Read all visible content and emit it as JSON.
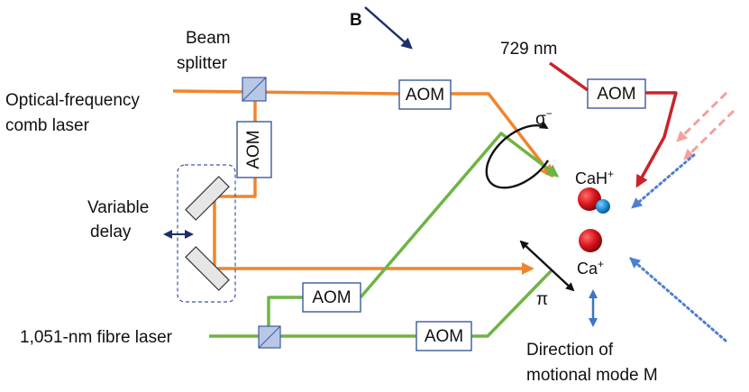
{
  "labels": {
    "beam_splitter_line1": "Beam",
    "beam_splitter_line2": "splitter",
    "comb_laser_line1": "Optical-frequency",
    "comb_laser_line2": "comb laser",
    "variable_delay_line1": "Variable",
    "variable_delay_line2": "delay",
    "fibre_laser": "1,051-nm fibre laser",
    "b_field": "B",
    "wavelength_729": "729 nm",
    "sigma": "σ",
    "sigma_sup": "−",
    "pi": "π",
    "cah_ion": "CaH",
    "cah_ion_sup": "+",
    "ca_ion": "Ca",
    "ca_ion_sup": "+",
    "direction_line1": "Direction of",
    "direction_line2": "motional mode M"
  },
  "aom_label": "AOM",
  "colors": {
    "comb_beam": "#f0852d",
    "fibre_beam": "#6fb446",
    "beam_729": "#c8242b",
    "faded_729": "#f4a0a0",
    "dotted_beam": "#4f7fd1",
    "b_arrow": "#1f2f6b",
    "delay_arrow": "#1f2f6b",
    "motion_arrow": "#3f74c6",
    "aom_border": "#3c5a99",
    "beam_splitter_fill": "#b9c7e6",
    "ion_red": "#d7141c",
    "ion_blue": "#1f8fd6"
  }
}
